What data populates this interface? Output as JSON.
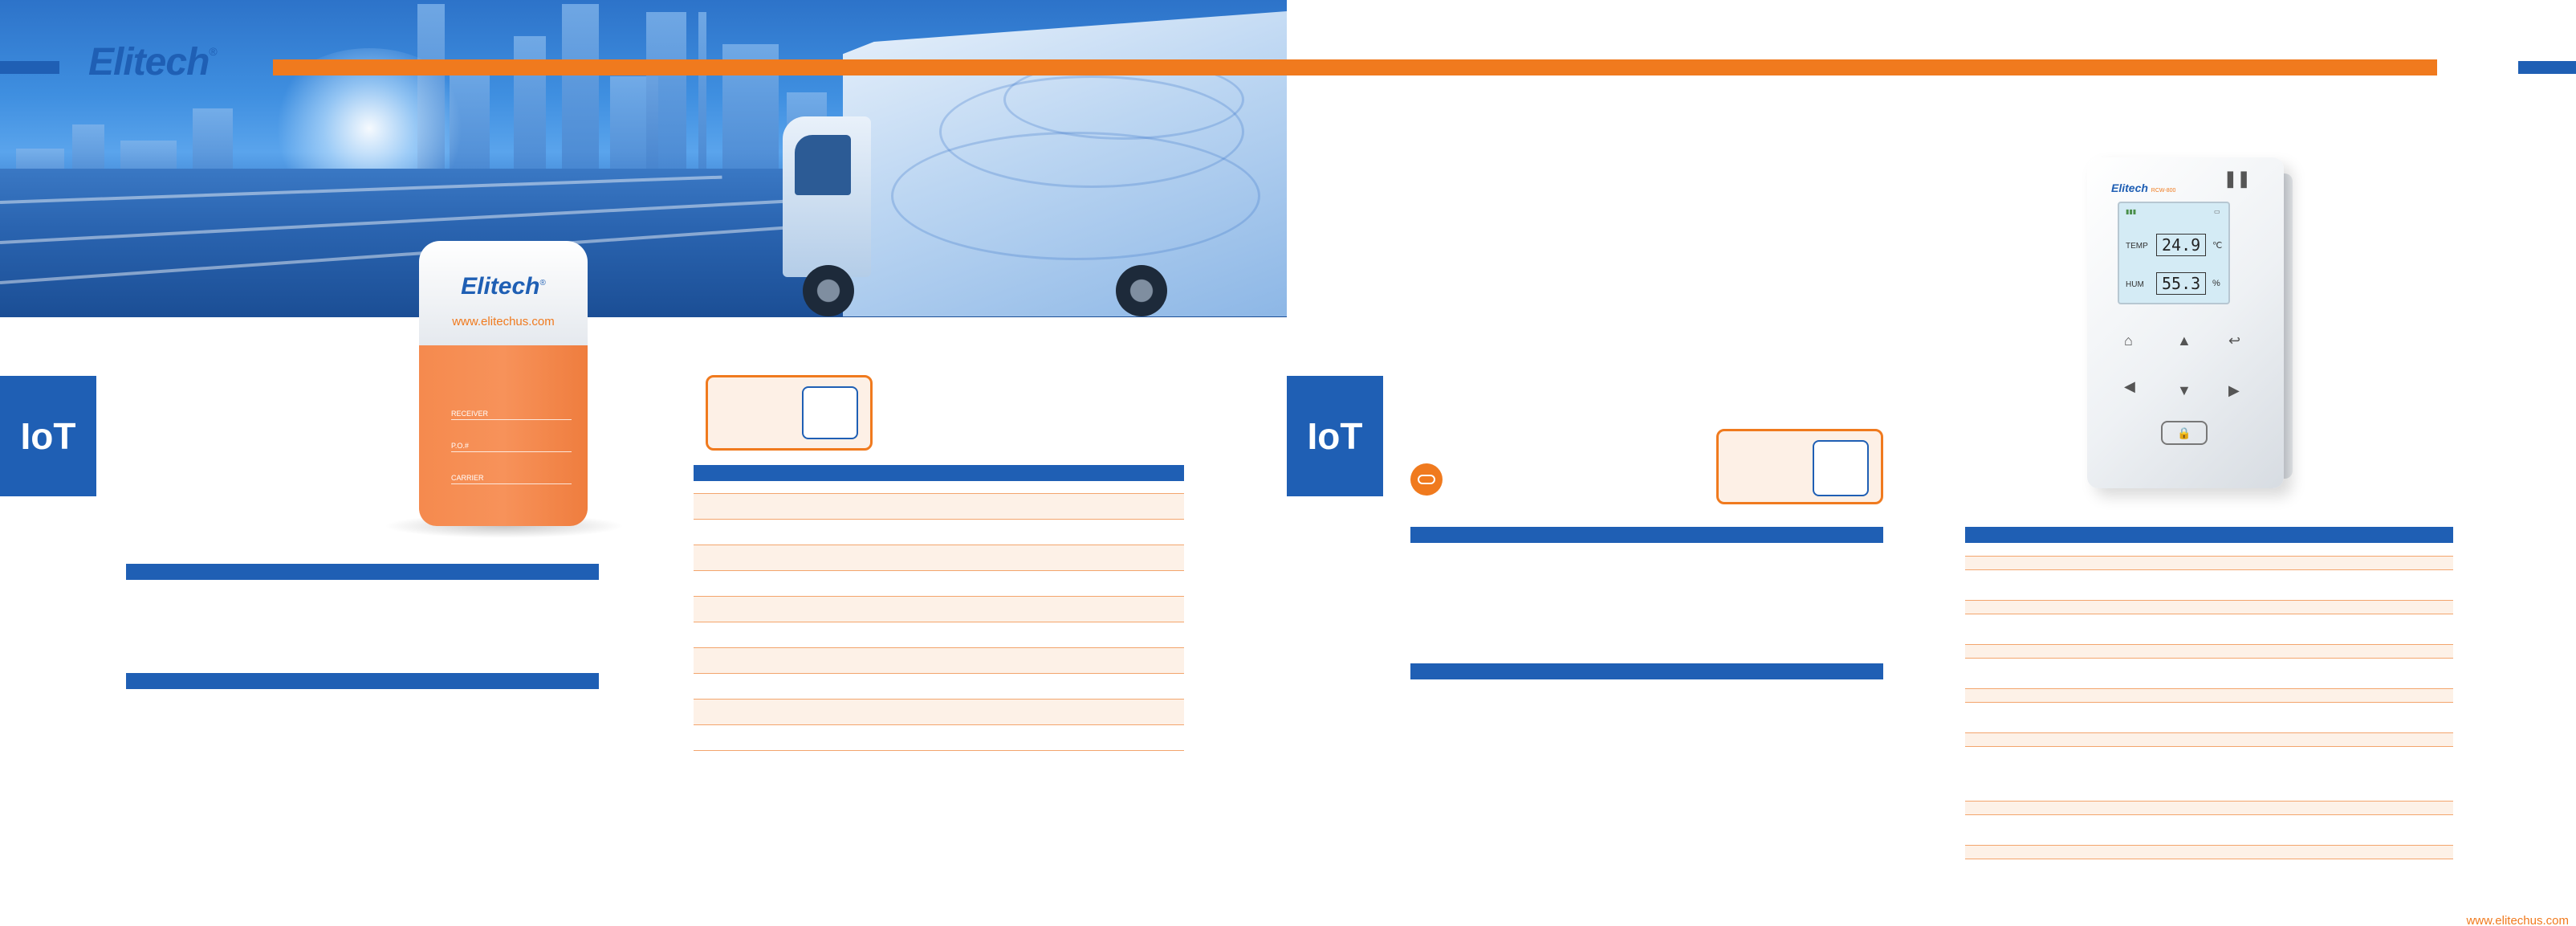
{
  "brand": {
    "name": "Elitech",
    "registered": "®",
    "url": "www.elitechus.com"
  },
  "tabs": {
    "left": "IoT",
    "right": "IoT"
  },
  "orange_device": {
    "logo": "Elitech",
    "registered": "®",
    "url": "www.elitechus.com",
    "fields": [
      "RECEIVER",
      "P.O.#",
      "CARRIER"
    ]
  },
  "white_device": {
    "logo": "Elitech",
    "sublogo": "RCW-800",
    "temp_label": "TEMP",
    "temp_value": "24.9",
    "temp_unit": "℃",
    "hum_label": "HUM",
    "hum_value": "55.3",
    "hum_unit": "%"
  },
  "colors": {
    "blue": "#1f5fb4",
    "orange": "#f07a1e",
    "shade": "#fdf1e7"
  },
  "footer": {
    "url": "www.elitechus.com"
  }
}
